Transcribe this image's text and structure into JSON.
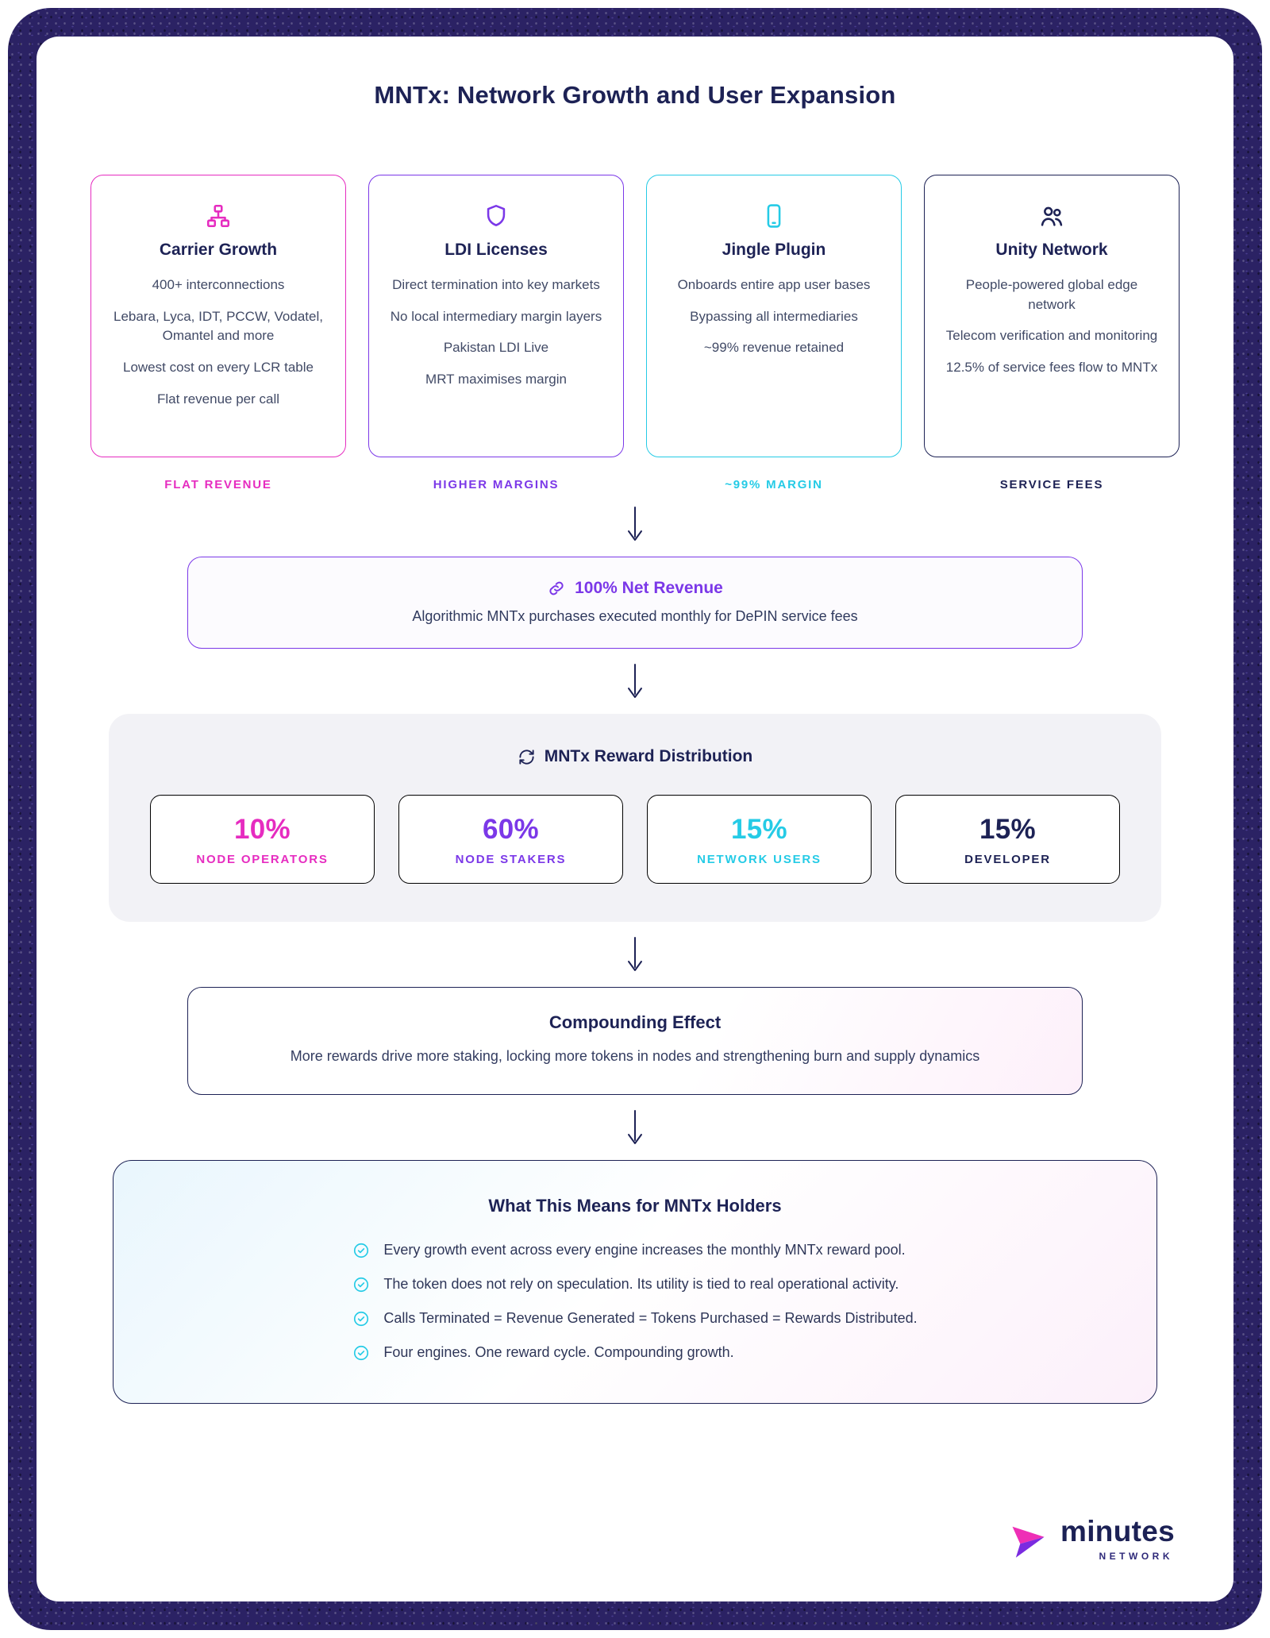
{
  "colors": {
    "pink": "#e62cc0",
    "purple": "#7b38e8",
    "cyan": "#25cbe6",
    "navy": "#1d2255",
    "text": "#414a66",
    "frame": "#2b2264",
    "panel": "#f2f2f6"
  },
  "title": "MNTx: Network Growth and User Expansion",
  "engines": [
    {
      "icon": "sitemap-icon",
      "title": "Carrier Growth",
      "lines": [
        "400+ interconnections",
        "Lebara, Lyca, IDT, PCCW, Vodatel, Omantel and more",
        "Lowest cost on every LCR table",
        "Flat revenue per call"
      ],
      "tag": "FLAT REVENUE"
    },
    {
      "icon": "shield-icon",
      "title": "LDI Licenses",
      "lines": [
        "Direct termination into key markets",
        "No local intermediary margin layers",
        "Pakistan LDI Live",
        "MRT maximises margin"
      ],
      "tag": "HIGHER MARGINS"
    },
    {
      "icon": "smartphone-icon",
      "title": "Jingle Plugin",
      "lines": [
        "Onboards entire app user bases",
        "Bypassing all intermediaries",
        "~99% revenue retained"
      ],
      "tag": "~99% MARGIN"
    },
    {
      "icon": "users-icon",
      "title": "Unity Network",
      "lines": [
        "People-powered global edge network",
        "Telecom verification and monitoring",
        "12.5% of service fees flow to MNTx"
      ],
      "tag": "SERVICE FEES"
    }
  ],
  "net_revenue": {
    "icon": "link-icon",
    "title": "100% Net Revenue",
    "subtitle": "Algorithmic MNTx purchases executed monthly for DePIN service fees"
  },
  "rewards": {
    "icon": "refresh-icon",
    "heading": "MNTx Reward Distribution",
    "items": [
      {
        "value": "10%",
        "label": "NODE OPERATORS"
      },
      {
        "value": "60%",
        "label": "NODE STAKERS"
      },
      {
        "value": "15%",
        "label": "NETWORK USERS"
      },
      {
        "value": "15%",
        "label": "DEVELOPER"
      }
    ]
  },
  "compounding": {
    "title": "Compounding Effect",
    "body": "More rewards drive more staking, locking more tokens in nodes and strengthening burn and supply dynamics"
  },
  "holders": {
    "title": "What This Means for MNTx Holders",
    "bullets": [
      "Every growth event across every engine increases the monthly MNTx reward pool.",
      "The token does not rely on speculation. Its utility is tied to real operational activity.",
      "Calls Terminated = Revenue Generated = Tokens Purchased = Rewards Distributed.",
      "Four engines. One reward cycle. Compounding growth."
    ]
  },
  "logo": {
    "name": "minutes",
    "subtitle": "NETWORK"
  }
}
